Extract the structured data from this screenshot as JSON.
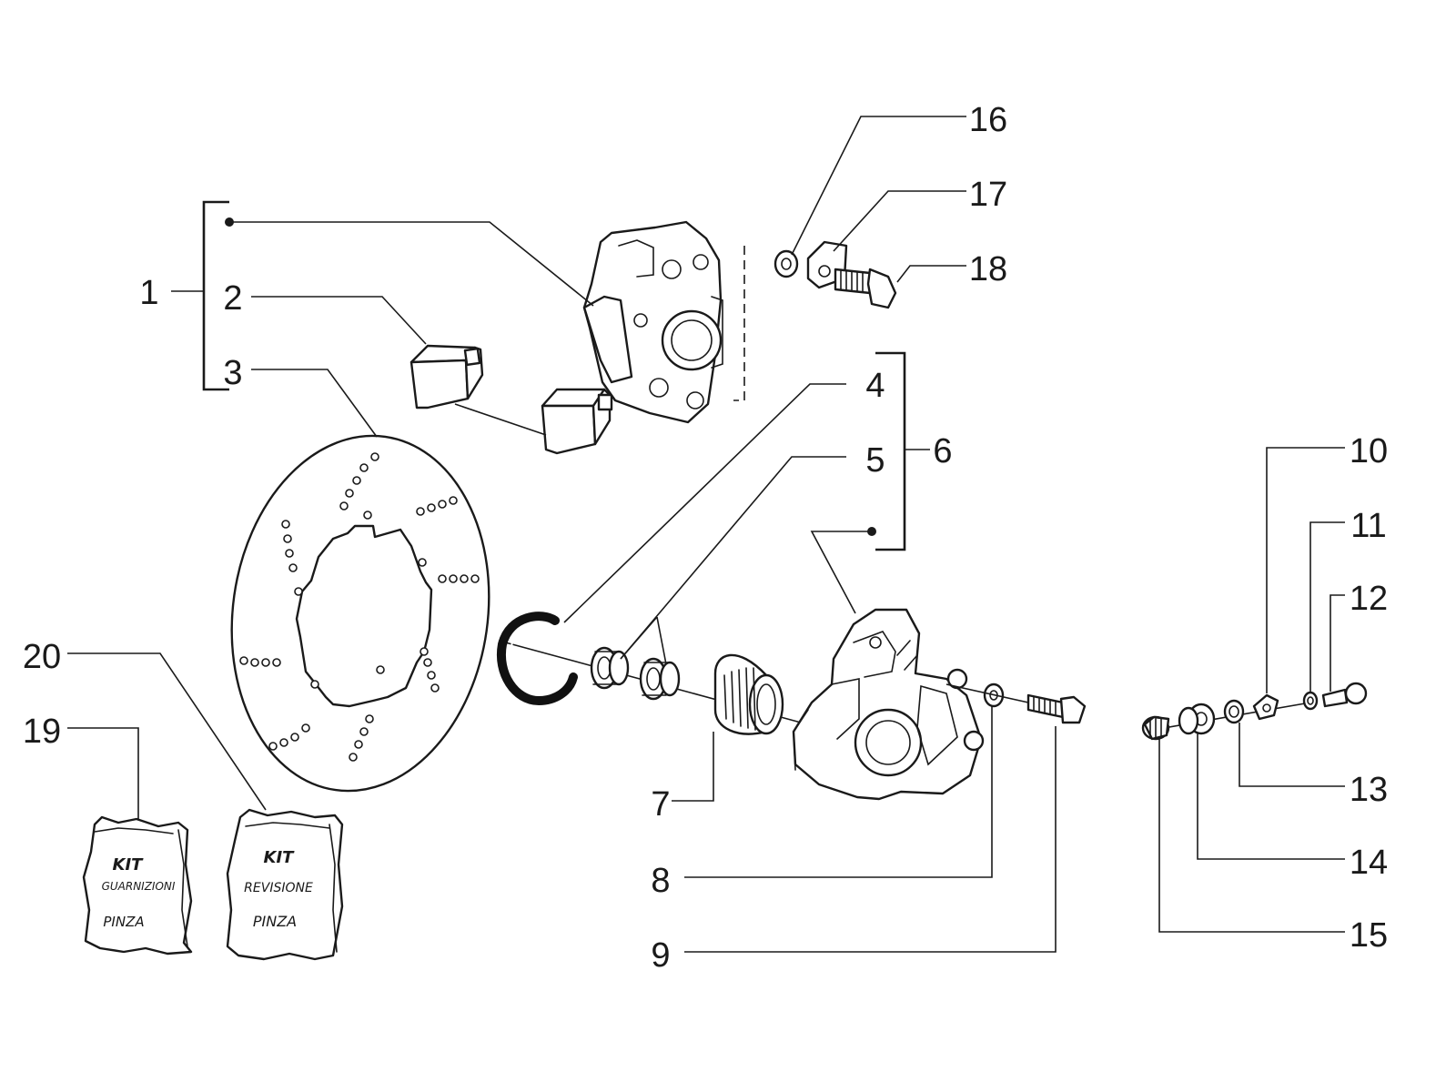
{
  "callouts": {
    "n1": "1",
    "n2": "2",
    "n3": "3",
    "n4": "4",
    "n5": "5",
    "n6": "6",
    "n7": "7",
    "n8": "8",
    "n9": "9",
    "n10": "10",
    "n11": "11",
    "n12": "12",
    "n13": "13",
    "n14": "14",
    "n15": "15",
    "n16": "16",
    "n17": "17",
    "n18": "18",
    "n19": "19",
    "n20": "20"
  },
  "kits": {
    "kit19": {
      "line1": "KIT",
      "line2": "GUARNIZIONI",
      "line3": "PINZA"
    },
    "kit20": {
      "line1": "KIT",
      "line2": "REVISIONE",
      "line3": "PINZA"
    }
  }
}
